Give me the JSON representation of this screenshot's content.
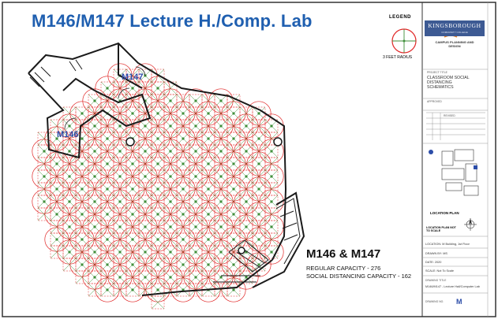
{
  "title": "M146/M147 Lecture H./Comp. Lab",
  "rooms": [
    {
      "label": "M147"
    },
    {
      "label": "M146"
    }
  ],
  "legend": {
    "title": "LEGEND",
    "radius_label": "3 FEET RADIUS"
  },
  "summary": {
    "title": "M146 & M147",
    "regular_capacity": "REGULAR CAPACITY - 276",
    "social_distancing_capacity": "SOCIAL DISTANCING CAPACITY - 162"
  },
  "title_block": {
    "organization": "KINGSBOROUGH",
    "organization_sub": "COMMUNITY COLLEGE",
    "department": "CAMPUS PLANNING AND DESIGN",
    "project_title_label": "PROJECT TITLE",
    "project_title": "CLASSROOM SOCIAL DISTANCING SCHEMATICS",
    "approved_label": "APPROVED",
    "revised_label": "REVISED",
    "location_plan": "LOCATION PLAN",
    "location_plan_note": "LOCATION PLAN NOT TO SCALE",
    "location_value": "LOCATION: M Building, 1st Floor",
    "drawn_by": "DRAWN BY: MS",
    "date": "DATE: 2020",
    "scale": "SCALE: Not To Scale",
    "drawing_title_label": "DRAWING TITLE",
    "drawing_title": "M146/M147 - Lecture Hall/Computer Lab",
    "drawing_no_label": "DRAWING NO.",
    "drawing_no": "M"
  },
  "colors": {
    "title_blue": "#1f5fb0",
    "room_blue": "#2c4da8",
    "circle_red": "#e02525",
    "seat_green": "#3f8f3a",
    "wall": "#1a1a1a",
    "brand_navy": "#3d5a93"
  },
  "icons": {
    "legend_symbol": "seat-marker-icon",
    "north_arrow": "north-arrow-icon"
  }
}
